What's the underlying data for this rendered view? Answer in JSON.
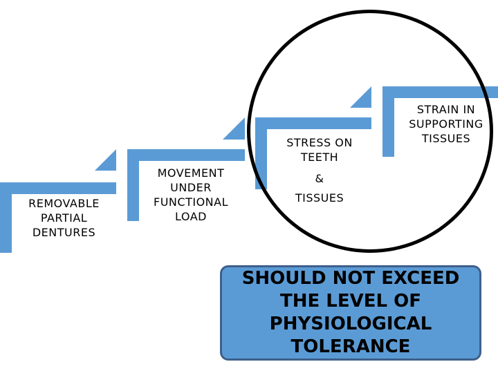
{
  "colors": {
    "accent": "#5b9bd5",
    "outline": "#000000",
    "callout_border": "#3e5f8a"
  },
  "steps": [
    {
      "label": "REMOVABLE\nPARTIAL\nDENTURES"
    },
    {
      "label": "MOVEMENT\nUNDER\nFUNCTIONAL\nLOAD"
    },
    {
      "label": "STRESS ON\nTEETH",
      "connector": "&",
      "extra": "TISSUES"
    },
    {
      "label": "STRAIN IN\nSUPPORTING\nTISSUES"
    }
  ],
  "callout": {
    "text": "SHOULD NOT EXCEED\nTHE LEVEL OF\nPHYSIOLOGICAL\nTOLERANCE"
  }
}
